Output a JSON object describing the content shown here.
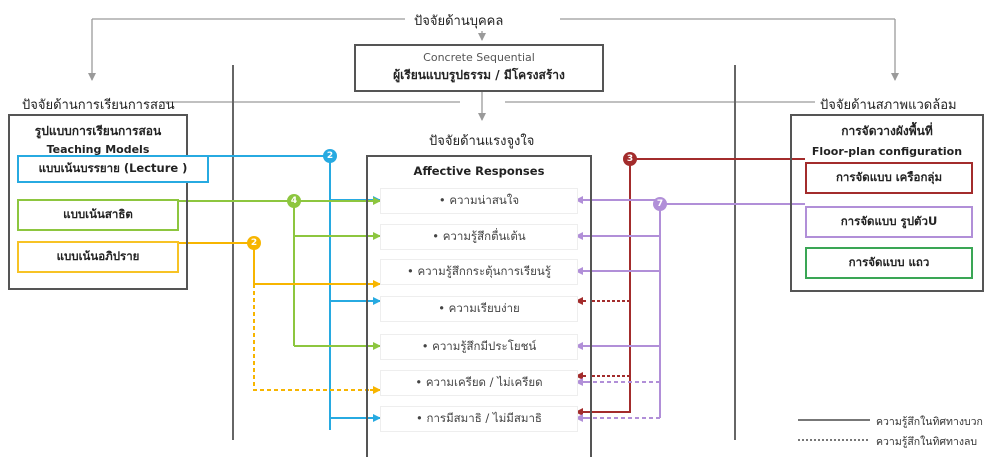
{
  "headers": {
    "individual": "ปัจจัยด้านบุคคล",
    "teaching": "ปัจจัยด้านการเรียนการสอน",
    "environment": "ปัจจัยด้านสภาพแวดล้อม",
    "motivation": "ปัจจัยด้านแรงจูงใจ"
  },
  "learner": {
    "line1": "Concrete Sequential",
    "line2": "ผู้เรียนแบบรูปธรรม / มีโครงสร้าง"
  },
  "teaching_models": {
    "title_th": "รูปแบบการเรียนการสอน",
    "title_en": "Teaching Models",
    "items": [
      {
        "label": "แบบเน้นบรรยาย (Lecture )",
        "color": "#27aae1"
      },
      {
        "label": "แบบเน้นสาธิต",
        "color": "#8dc63f"
      },
      {
        "label": "แบบเน้นอภิปราย",
        "color": "#f7c325"
      }
    ]
  },
  "floor_plan": {
    "title_th": "การจัดวางผังพื้นที่",
    "title_en": "Floor-plan configuration",
    "items": [
      {
        "label": "การจัดแบบ เครือกลุ่ม",
        "color": "#a32c2c"
      },
      {
        "label": "การจัดแบบ รูปตัวU",
        "color": "#b18fd8"
      },
      {
        "label": "การจัดแบบ แถว",
        "color": "#3aa655"
      }
    ]
  },
  "affective": {
    "title": "Affective Responses",
    "items": [
      "• ความน่าสนใจ",
      "• ความรู้สึกตื่นเต้น",
      "• ความรู้สึกกระตุ้นการเรียนรู้",
      "• ความเรียบง่าย",
      "• ความรู้สึกมีประโยชน์",
      "• ความเครียด / ไม่เครียด",
      "• การมีสมาธิ / ไม่มีสมาธิ"
    ]
  },
  "badges": {
    "blue": "2",
    "green": "4",
    "yellow": "2",
    "red": "3",
    "purple": "7"
  },
  "legend": {
    "positive": "ความรู้สึกในทิศทางบวก",
    "negative": "ความรู้สึกในทิศทางลบ"
  }
}
